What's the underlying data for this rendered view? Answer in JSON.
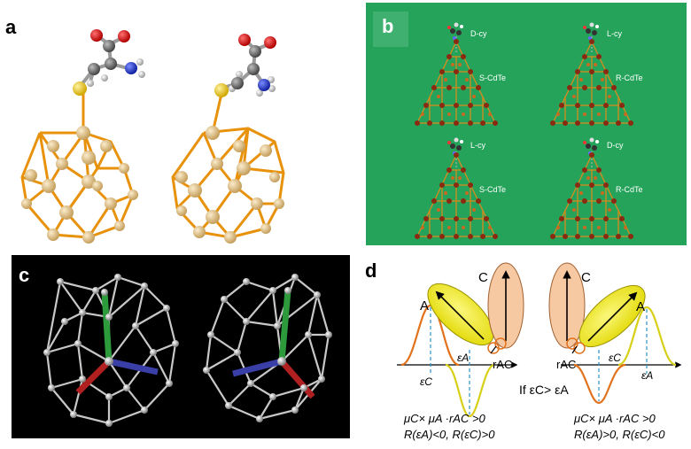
{
  "panels": {
    "a": {
      "label": "a"
    },
    "b": {
      "label": "b",
      "background": "#25a35a",
      "tags": [
        {
          "mol": "D-cy",
          "crystal": "S-CdTe"
        },
        {
          "mol": "L-cy",
          "crystal": "R-CdTe"
        },
        {
          "mol": "L-cy",
          "crystal": "S-CdTe"
        },
        {
          "mol": "D-cy",
          "crystal": "R-CdTe"
        }
      ]
    },
    "c": {
      "label": "c",
      "background": "#000000"
    },
    "d": {
      "label": "d",
      "left": {
        "A": "A",
        "C": "C",
        "eA": "εA",
        "eC": "εC",
        "rAC": "rAC",
        "eq1": "μC× μA ·rAC >0",
        "eq2": "R(εA)<0, R(εC)>0"
      },
      "middle": "If εC> εA",
      "right": {
        "A": "A",
        "C": "C",
        "eA": "εA",
        "eC": "εC",
        "rAC": "rAC",
        "eq1": "μC× μA ·rAC >0",
        "eq2": "R(εA)>0, R(εC)<0"
      }
    }
  },
  "colors": {
    "gold_bond": "#e8920c",
    "atom_beige": "#dcc08a",
    "panel_b_green": "#25a35a",
    "ellipse_yellow": "#f2ee2a",
    "ellipse_orange": "#f7c9a3",
    "curve_orange": "#e2721c",
    "curve_yellow": "#d8cf18",
    "dash_blue": "#2b8fc9",
    "bond_green": "#2d9a3c",
    "bond_blue": "#3a3fa8",
    "bond_red": "#b02020"
  }
}
